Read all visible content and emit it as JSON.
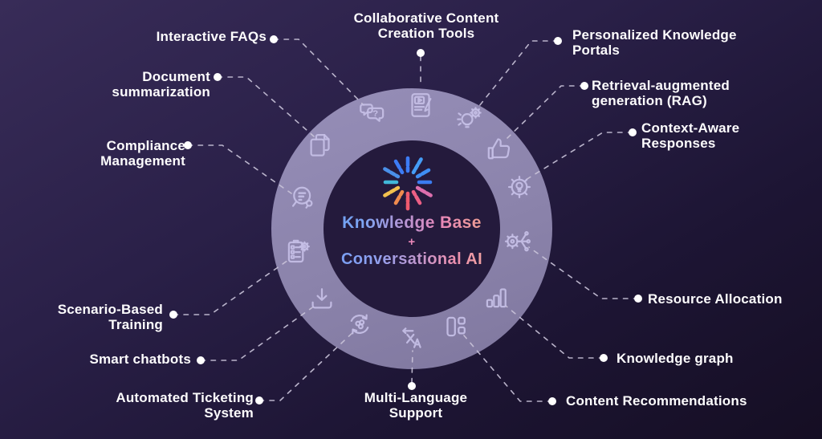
{
  "center": {
    "title_top": "Knowledge Base",
    "plus": "+",
    "title_bottom": "Conversational AI",
    "logo": "burst-spinner-logo"
  },
  "features": {
    "interactive_faqs": {
      "lines": [
        "Interactive FAQs"
      ],
      "icon": "chat-question-icon"
    },
    "collaborative_content": {
      "lines": [
        "Collaborative Content",
        "Creation Tools"
      ],
      "icon": "device-content-icon"
    },
    "personalized_portals": {
      "lines": [
        "Personalized Knowledge",
        "Portals"
      ],
      "icon": "bulb-gear-icon"
    },
    "rag": {
      "lines": [
        "Retrieval-augmented",
        "generation (RAG)"
      ],
      "icon": "thumbs-up-icon"
    },
    "context_aware": {
      "lines": [
        "Context-Aware",
        "Responses"
      ],
      "icon": "gear-bulb-icon"
    },
    "resource_allocation": {
      "lines": [
        "Resource Allocation"
      ],
      "icon": "gear-branch-icon"
    },
    "knowledge_graph": {
      "lines": [
        "Knowledge graph"
      ],
      "icon": "bar-chart-icon"
    },
    "content_recommendations": {
      "lines": [
        "Content Recommendations"
      ],
      "icon": "layout-blocks-icon"
    },
    "multi_language": {
      "lines": [
        "Multi-Language",
        "Support"
      ],
      "icon": "translate-icon"
    },
    "automated_ticketing": {
      "lines": [
        "Automated Ticketing",
        "System"
      ],
      "icon": "cycle-arrows-icon"
    },
    "smart_chatbots": {
      "lines": [
        "Smart chatbots"
      ],
      "icon": "download-icon"
    },
    "scenario_training": {
      "lines": [
        "Scenario-Based",
        "Training"
      ],
      "icon": "checklist-gear-icon"
    },
    "compliance_management": {
      "lines": [
        "Compliance",
        "Management"
      ],
      "icon": "search-chat-icon"
    },
    "document_summarization": {
      "lines": [
        "Document",
        "summarization"
      ],
      "icon": "document-copy-icon"
    }
  },
  "colors": {
    "background_top": "#382c58",
    "background_bottom": "#150e23",
    "ring": "#8b83ab",
    "inner_circle": "#241a3c",
    "icon_stroke": "#c6bfe6",
    "label_text": "#fdfcfd",
    "connector": "#cac4da",
    "logo_blue": "#3d7cf5",
    "logo_cyan": "#41b8d8",
    "logo_pink": "#ec5f85",
    "logo_orange": "#ef8b4e",
    "logo_yellow": "#f2c14e"
  }
}
